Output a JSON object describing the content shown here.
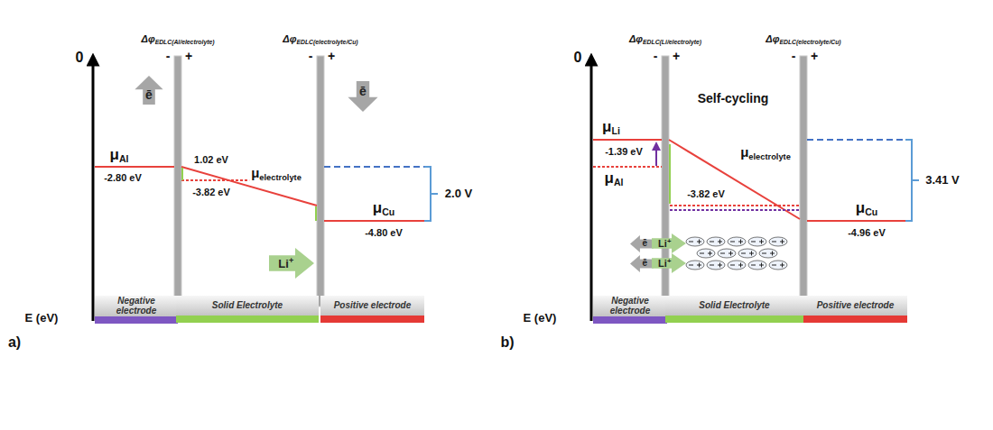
{
  "diagram": {
    "nodes": [
      {
        "text": [
          "ē"
        ]
      },
      {
        "text": [
          "ē"
        ]
      },
      {
        "text": [
          "Li+"
        ]
      },
      {
        "text": [
          "Negative electrode"
        ]
      },
      {
        "text": [
          "Solid Electrolyte"
        ]
      },
      {
        "text": [
          "Positive electrode"
        ]
      },
      {
        "text": [
          "ē"
        ]
      },
      {
        "text": [
          "Li+"
        ]
      },
      {
        "text": [
          "ē"
        ]
      },
      {
        "text": [
          "Li+"
        ]
      },
      {
        "text": [
          "Negative electrode"
        ]
      },
      {
        "text": [
          "Solid Electrolyte"
        ]
      },
      {
        "text": [
          "Positive electrode"
        ]
      }
    ],
    "labels": [
      "0",
      "ΔφEDLC(Al/electrolyte)",
      "-",
      "+",
      "ΔφEDLC(electrolyte/Cu)",
      "-",
      "+",
      "μAl",
      "-2.80 eV",
      "1.02 eV",
      "μelectrolyte",
      "-3.82 eV",
      "2.0 V",
      "μCu",
      "-4.80 eV",
      "E (eV)",
      "a)",
      "0",
      "ΔφEDLC(Li/electrolyte)",
      "-",
      "+",
      "ΔφEDLC(electrolyte/Cu)",
      "-",
      "+",
      "Self-cycling",
      "μLi",
      "-1.39 eV",
      "μAl",
      "μelectrolyte",
      "-3.82 eV",
      "3.41 V",
      "μCu",
      "-4.96 eV",
      "E (eV)",
      "b)"
    ]
  }
}
